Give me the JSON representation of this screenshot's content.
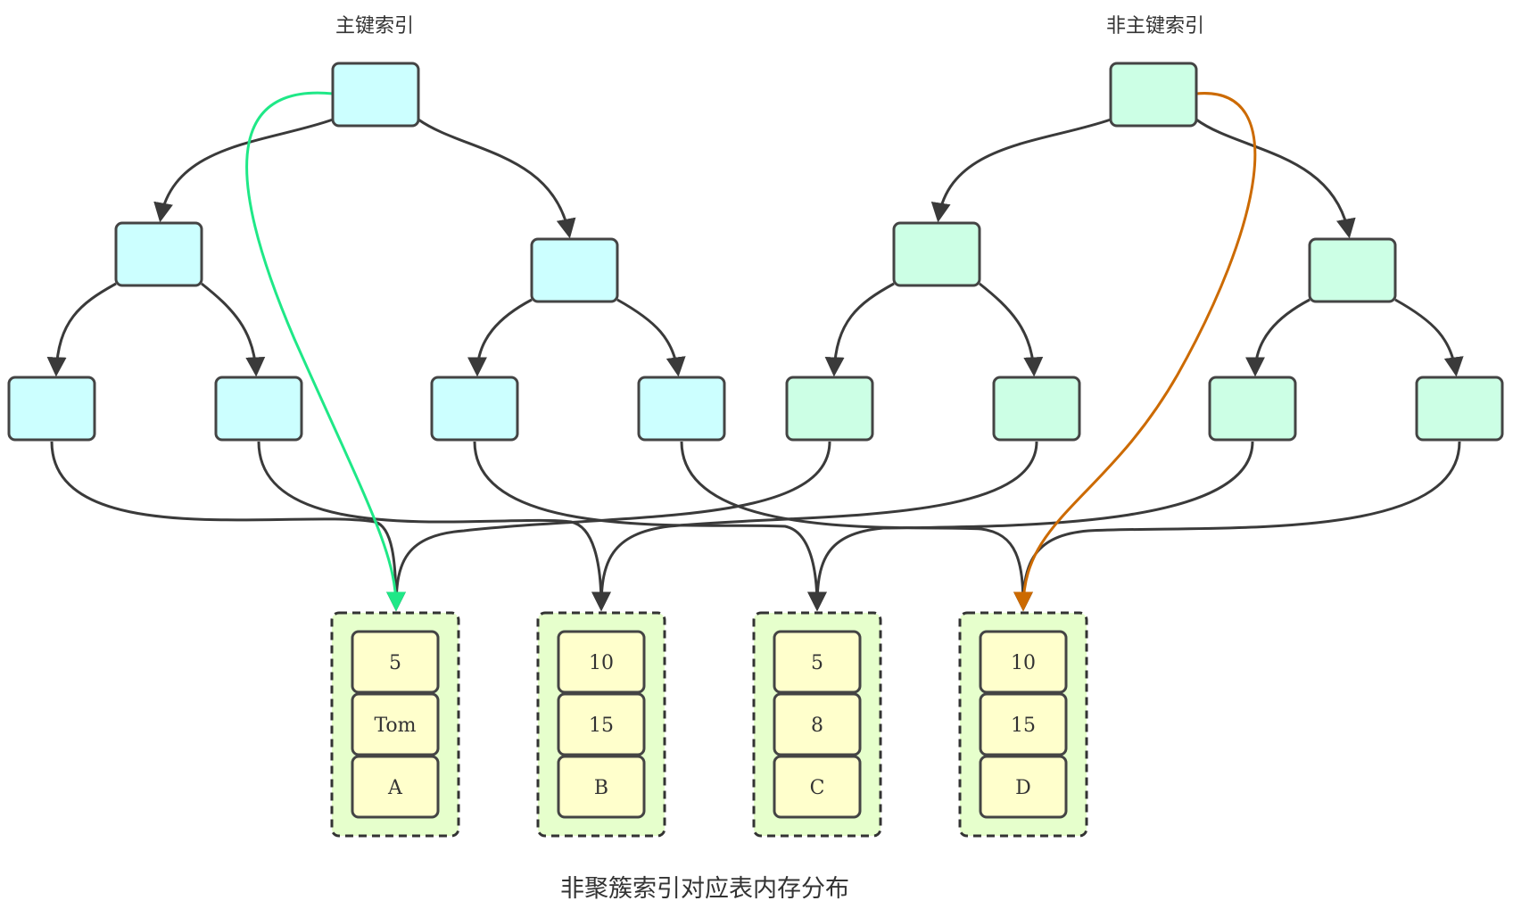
{
  "titles": {
    "primary_index": "主键索引",
    "secondary_index": "非主键索引"
  },
  "caption": "非聚簇索引对应表内存分布",
  "colors": {
    "primary_node": "#ccffff",
    "secondary_node": "#ccffe5",
    "group_fill": "#e6ffcc",
    "cell_fill": "#ffffcc",
    "stroke": "#444444",
    "primary_highlight": "#1fe887",
    "secondary_highlight": "#cc6a00"
  },
  "rows": [
    {
      "cells": [
        "5",
        "Tom",
        "A"
      ]
    },
    {
      "cells": [
        "10",
        "15",
        "B"
      ]
    },
    {
      "cells": [
        "5",
        "8",
        "C"
      ]
    },
    {
      "cells": [
        "10",
        "15",
        "D"
      ]
    }
  ]
}
